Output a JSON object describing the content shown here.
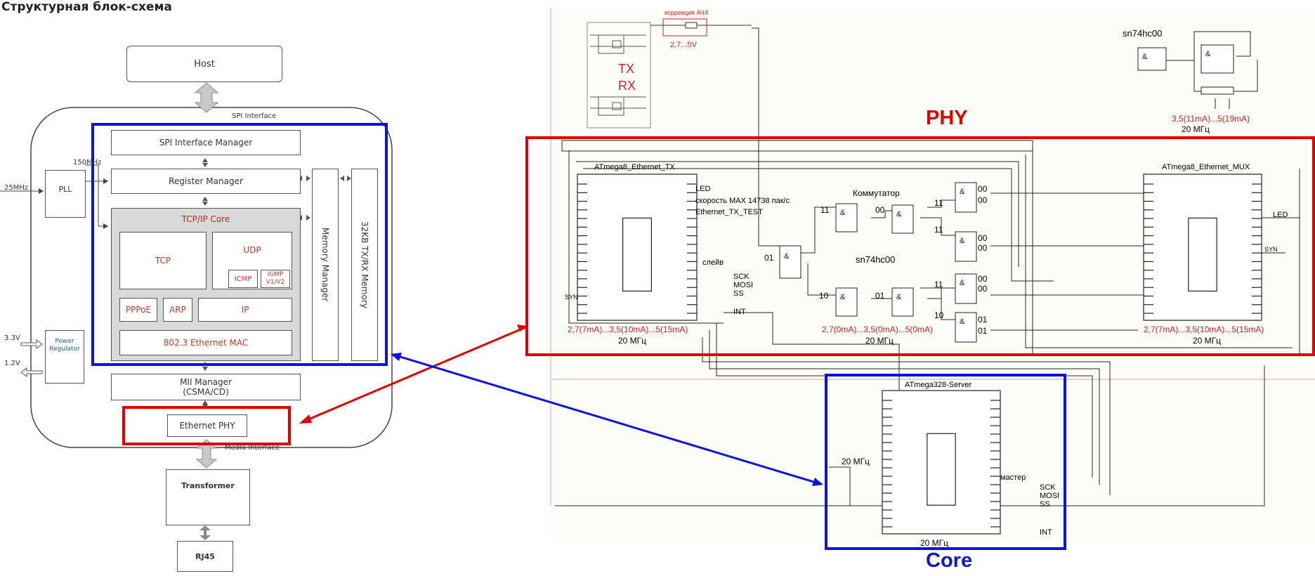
{
  "title": "Структурная блок-схема",
  "block": {
    "host": "Host",
    "spi_interface": "SPI Interface",
    "spi_manager": "SPI Interface Manager",
    "register_manager": "Register Manager",
    "tcpip_core": "TCP/IP Core",
    "tcp": "TCP",
    "udp": "UDP",
    "icmp": "ICMP",
    "igmp": "IGMP\nV1/V2",
    "pppoe": "PPPoE",
    "arp": "ARP",
    "ip": "IP",
    "mac": "802.3 Ethernet MAC",
    "memory_manager": "Memory Manager",
    "memory": "32KB TX/RX Memory",
    "mii_manager_1": "MII Manager",
    "mii_manager_2": "(CSMA/CD)",
    "ethernet_phy": "Ethernet PHY",
    "media_interface": "Media Interface",
    "transformer": "Transformer",
    "rj45": "RJ45",
    "pll": "PLL",
    "clk_in": "25MHz",
    "clk_out": "150MHz",
    "power_regulator": "Power\nRegulator",
    "v33": "3.3V",
    "v12": "1.2V"
  },
  "schematic": {
    "phy_label": "PHY",
    "core_label": "Core",
    "acx_label": "коррекция АЧХ",
    "acx_range": "2,7...5V",
    "tx": "TX",
    "rx": "RX",
    "sn74_top": "sn74hc00",
    "top_current": "3,5(11mA)...5(19mA)",
    "top_freq": "20 МГц",
    "mcu_tx": "ATmega8_Ethernet_TX",
    "mcu_mux": "ATmega8_Ethernet_MUX",
    "mcu_server": "ATmega328-Server",
    "led": "LED",
    "speed": "скорость MAX 14738 пак/с",
    "tx_test": "Ethernet_TX_TEST",
    "commutator": "Коммутатор",
    "sn74_mid": "sn74hc00",
    "slave": "слейв",
    "master": "мастер",
    "sck": "SCK",
    "mosi": "MOSI",
    "ss": "SS",
    "int": "INT",
    "syn": "SYN",
    "led_right": "LED",
    "cur_left": "2,7(7mA)...3,5(10mA)...5(15mA)",
    "cur_mid": "2,7(0mA)...3,5(0mA)...5(0mA)",
    "cur_right": "2,7(7mA)...3,5(10mA)...5(15mA)",
    "freq": "20 МГц",
    "bits": [
      "11",
      "00",
      "11",
      "11",
      "01",
      "10",
      "01",
      "11",
      "10",
      "00",
      "00",
      "00",
      "00",
      "00",
      "00",
      "01",
      "01"
    ]
  },
  "colors": {
    "red": "#e00000",
    "blue": "#1010e0",
    "gray_core": "#d9d9d9"
  }
}
